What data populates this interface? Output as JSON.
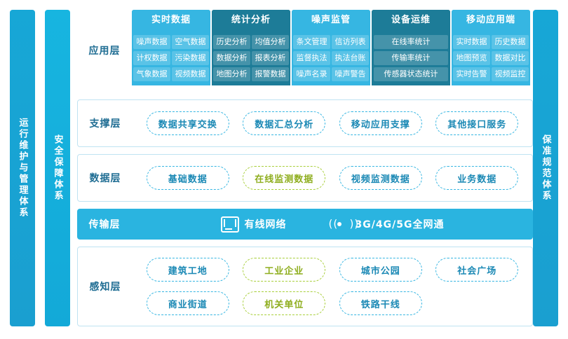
{
  "sides": {
    "left": "运行维护与管理体系",
    "left2": "安全保障体系",
    "right": "保准规范体系"
  },
  "layers": {
    "app": {
      "label": "应用层",
      "columns": [
        {
          "title": "实时数据",
          "items": [
            "噪声数据",
            "空气数据",
            "计权数据",
            "污染数据",
            "气象数据",
            "视频数据"
          ]
        },
        {
          "title": "统计分析",
          "items": [
            "历史分析",
            "均值分析",
            "数据分析",
            "报表分析",
            "地图分析",
            "报警数据"
          ]
        },
        {
          "title": "噪声监管",
          "items": [
            "条文管理",
            "信访列表",
            "监督执法",
            "执法台账",
            "噪声名录",
            "噪声警告"
          ]
        },
        {
          "title": "设备运维",
          "items": [
            "在线率统计",
            "传输率统计",
            "传感器状态统计"
          ]
        },
        {
          "title": "移动应用端",
          "items": [
            "实时数据",
            "历史数据",
            "地图预览",
            "数据对比",
            "实时告警",
            "视频监控"
          ]
        }
      ]
    },
    "support": {
      "label": "支撑层",
      "items": [
        "数据共享交换",
        "数据汇总分析",
        "移动应用支撑",
        "其他接口服务"
      ]
    },
    "data": {
      "label": "数据层",
      "items": [
        {
          "text": "基础数据",
          "color": "blue"
        },
        {
          "text": "在线监测数据",
          "color": "green"
        },
        {
          "text": "视频监测数据",
          "color": "blue"
        },
        {
          "text": "业务数据",
          "color": "blue"
        }
      ]
    },
    "transmission": {
      "label": "传输层",
      "items": [
        {
          "icon": "wired-network-icon",
          "text": "有线网络"
        },
        {
          "icon": "wireless-signal-icon",
          "text": "3G/4G/5G全网通"
        }
      ]
    },
    "sense": {
      "label": "感知层",
      "rows": [
        [
          {
            "text": "建筑工地",
            "color": "blue"
          },
          {
            "text": "工业企业",
            "color": "green"
          },
          {
            "text": "城市公园",
            "color": "blue"
          },
          {
            "text": "社会广场",
            "color": "blue"
          }
        ],
        [
          {
            "text": "商业街道",
            "color": "blue"
          },
          {
            "text": "机关单位",
            "color": "green"
          },
          {
            "text": "铁路干线",
            "color": "blue"
          }
        ]
      ]
    }
  },
  "colors": {
    "accent_blue": "#36b6e2",
    "dark_teal": "#1d7c98",
    "green": "#a8cf3a",
    "border_blue": "#bfe3f2"
  }
}
